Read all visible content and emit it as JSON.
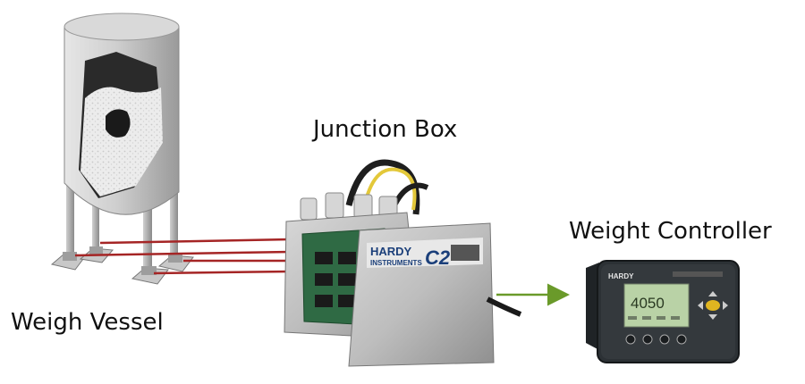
{
  "labels": {
    "vessel": "Weigh Vessel",
    "junction": "Junction Box",
    "controller": "Weight Controller"
  },
  "devices": {
    "junction_box": {
      "brand_top": "HARDY",
      "brand_bottom": "INSTRUMENTS",
      "model": "C2"
    },
    "controller": {
      "brand": "HARDY",
      "display_value": "4050"
    }
  },
  "colors": {
    "cable": "#a52525",
    "signal_arrow": "#6a9a2a",
    "controller_screen": "#b9d2a6",
    "box_metal": "#b8b8b8"
  }
}
